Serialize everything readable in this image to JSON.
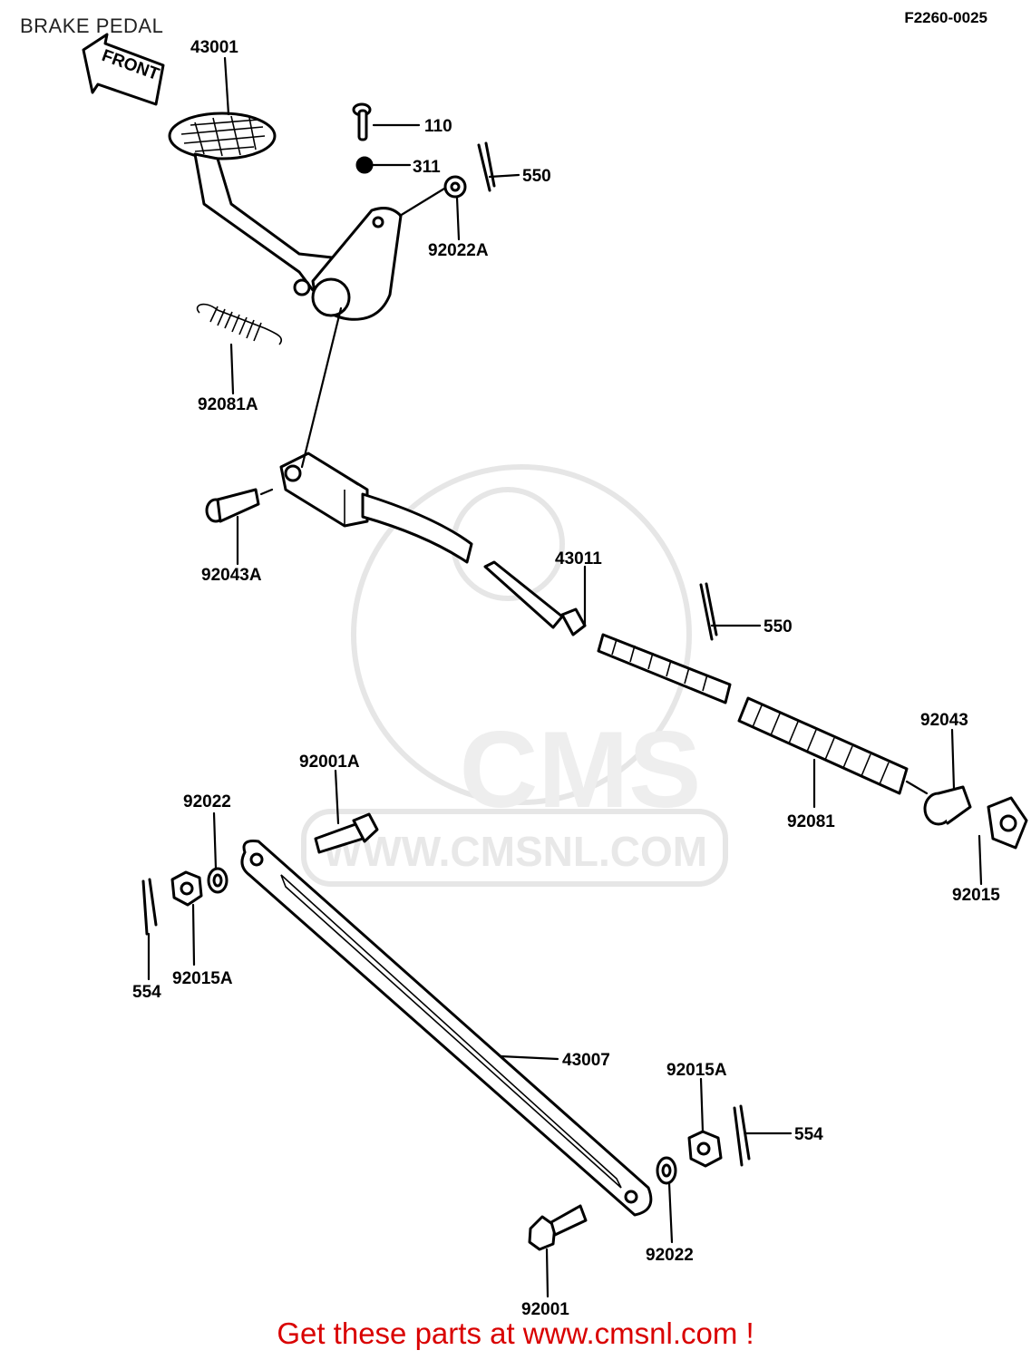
{
  "title": "BRAKE PEDAL",
  "figure_code": "F2260-0025",
  "front_arrow_label": "FRONT",
  "watermark": {
    "brand": "CMS",
    "url": "WWW.CMSNL.COM"
  },
  "footer": "Get these parts at www.cmsnl.com !",
  "callouts": [
    {
      "id": "43001",
      "text": "43001"
    },
    {
      "id": "110",
      "text": "110"
    },
    {
      "id": "311",
      "text": "311"
    },
    {
      "id": "550a",
      "text": "550"
    },
    {
      "id": "92022A",
      "text": "92022A"
    },
    {
      "id": "92081A",
      "text": "92081A"
    },
    {
      "id": "92043A",
      "text": "92043A"
    },
    {
      "id": "43011",
      "text": "43011"
    },
    {
      "id": "550b",
      "text": "550"
    },
    {
      "id": "92043",
      "text": "92043"
    },
    {
      "id": "92081",
      "text": "92081"
    },
    {
      "id": "92015",
      "text": "92015"
    },
    {
      "id": "92001A",
      "text": "92001A"
    },
    {
      "id": "92022a",
      "text": "92022"
    },
    {
      "id": "554a",
      "text": "554"
    },
    {
      "id": "92015Aa",
      "text": "92015A"
    },
    {
      "id": "43007",
      "text": "43007"
    },
    {
      "id": "92015Ab",
      "text": "92015A"
    },
    {
      "id": "554b",
      "text": "554"
    },
    {
      "id": "92022b",
      "text": "92022"
    },
    {
      "id": "92001",
      "text": "92001"
    }
  ],
  "colors": {
    "ink": "#000000",
    "footer": "#d90000",
    "watermark": "#e6e6e6"
  }
}
